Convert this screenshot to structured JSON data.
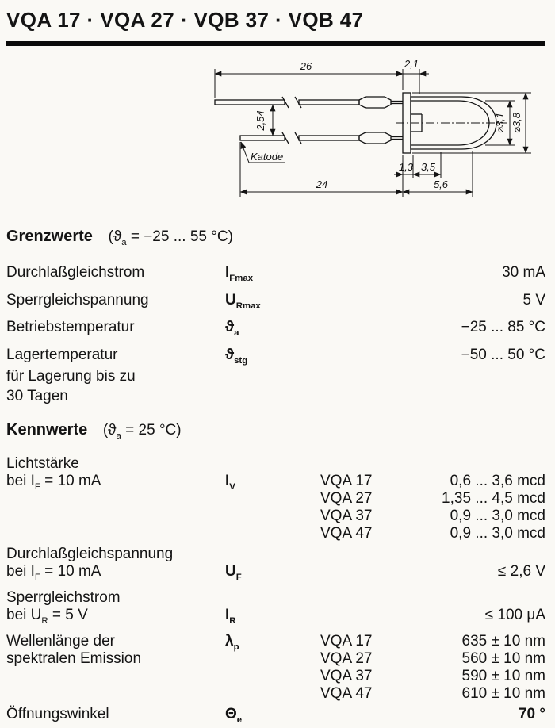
{
  "title": "VQA 17 · VQA 27 · VQB 37 · VQB 47",
  "drawing": {
    "dim_top_lead": "26",
    "dim_flange": "2,1",
    "dim_pitch": "2,54",
    "label_cathode": "Katode",
    "dim_bottom_lead": "24",
    "dim_body_flange": "1,3",
    "dim_body_mid": "3,5",
    "dim_body_total": "5,6",
    "dim_dia_inner": "⌀3,1",
    "dim_dia_outer": "⌀3,8"
  },
  "grenzwerte": {
    "heading": "Grenzwerte",
    "condition": "(ϑ~a~ = −25 ... 55 °C)",
    "rows": [
      {
        "label": "Durchlaßgleichstrom",
        "symbol": "I~Fmax~",
        "value": "30 mA"
      },
      {
        "label": "Sperrgleichspannung",
        "symbol": "U~Rmax~",
        "value": "5 V"
      },
      {
        "label": "Betriebstemperatur",
        "symbol": "ϑ~a~",
        "value": "−25 ... 85 °C"
      },
      {
        "label": "Lagertemperatur",
        "label2": "für Lagerung bis zu",
        "label3": "30 Tagen",
        "symbol": "ϑ~stg~",
        "value": "−50 ... 50 °C"
      }
    ]
  },
  "kennwerte": {
    "heading": "Kennwerte",
    "condition": "(ϑ~a~ = 25 °C)",
    "lichtstaerke": {
      "label1": "Lichtstärke",
      "label2": "bei I~F~ = 10 mA",
      "symbol": "I~V~",
      "entries": [
        {
          "type": "VQA 17",
          "value": "0,6 ... 3,6 mcd"
        },
        {
          "type": "VQA 27",
          "value": "1,35 ... 4,5 mcd"
        },
        {
          "type": "VQA 37",
          "value": "0,9 ... 3,0 mcd"
        },
        {
          "type": "VQA 47",
          "value": "0,9 ... 3,0 mcd"
        }
      ]
    },
    "durchlass": {
      "label1": "Durchlaßgleichspannung",
      "label2": "bei I~F~ = 10 mA",
      "symbol": "U~F~",
      "value": "≤ 2,6 V"
    },
    "sperr": {
      "label1": "Sperrgleichstrom",
      "label2": "bei U~R~ = 5 V",
      "symbol": "I~R~",
      "value": "≤ 100 μA"
    },
    "wellenlaenge": {
      "label1": "Wellenlänge der",
      "label2": "spektralen Emission",
      "symbol": "λ~p~",
      "entries": [
        {
          "type": "VQA 17",
          "value": "635 ± 10 nm"
        },
        {
          "type": "VQA 27",
          "value": "560 ± 10 nm"
        },
        {
          "type": "VQA 37",
          "value": "590 ± 10 nm"
        },
        {
          "type": "VQA 47",
          "value": "610 ± 10 nm"
        }
      ]
    },
    "oeffnungswinkel": {
      "label": "Öffnungswinkel",
      "symbol": "Θ~e~",
      "value": "70 °"
    }
  }
}
